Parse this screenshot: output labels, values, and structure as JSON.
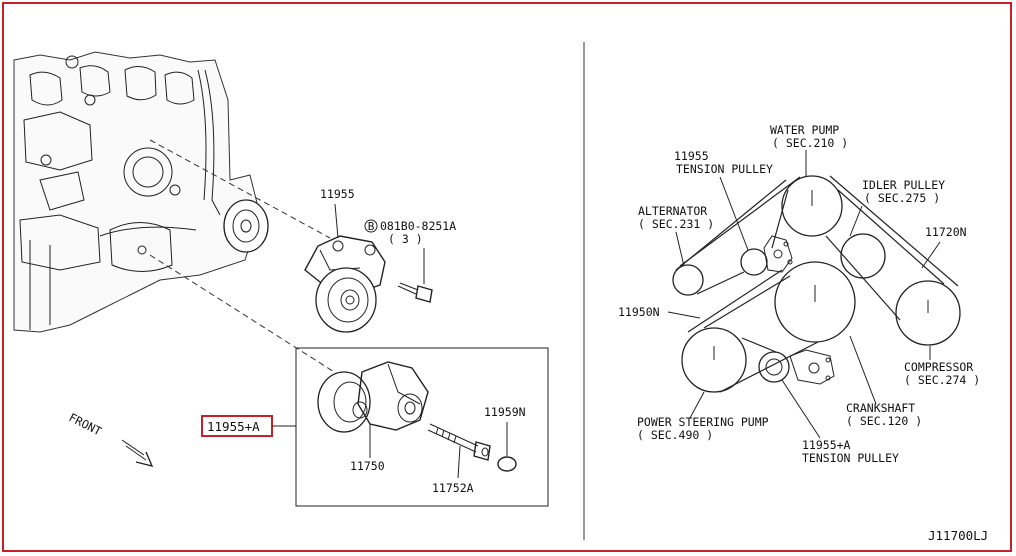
{
  "colors": {
    "frame": "#c8202a",
    "highlight": "#c8202a",
    "line": "#222222"
  },
  "exploded": {
    "part_11955": "11955",
    "bolt_line1": "081B0-8251A",
    "bolt_line2": "( 3 )",
    "bolt_prefix": "B",
    "part_highlighted": "11955+A",
    "part_11959n": "11959N",
    "part_11750": "11750",
    "part_11752a": "11752A",
    "front_label": "FRONT",
    "front_icon": "arrow-down-right-icon"
  },
  "layout_diagram": {
    "water_pump": "WATER PUMP",
    "water_pump_sec": "( SEC.210 )",
    "tension_pulley_code": "11955",
    "tension_pulley": "TENSION PULLEY",
    "idler_pulley": "IDLER PULLEY",
    "idler_pulley_sec": "( SEC.275 )",
    "alternator": "ALTERNATOR",
    "alternator_sec": "( SEC.231 )",
    "belt_11720n": "11720N",
    "belt_11950n": "11950N",
    "compressor": "COMPRESSOR",
    "compressor_sec": "( SEC.274 )",
    "crankshaft": "CRANKSHAFT",
    "crankshaft_sec": "( SEC.120 )",
    "power_steering": "POWER STEERING PUMP",
    "power_steering_sec": "( SEC.490 )",
    "tension_pulley2_code": "11955+A",
    "tension_pulley2": "TENSION PULLEY"
  },
  "diagram_code": "J11700LJ"
}
